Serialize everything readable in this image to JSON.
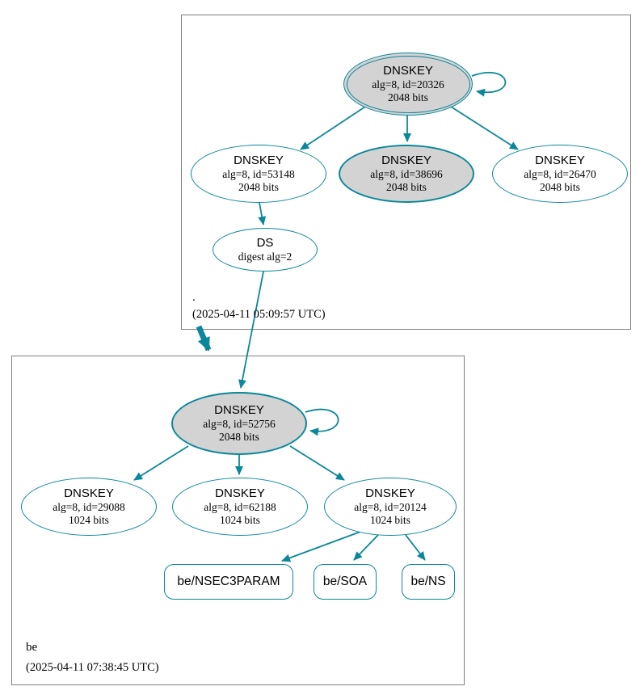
{
  "colors": {
    "edge_teal": "#0a879a",
    "node_fill_gray": "#d3d3d3",
    "node_fill_white": "#ffffff",
    "zone_box_border": "#808080",
    "text": "#000000"
  },
  "root_zone": {
    "label": ".",
    "timestamp": "(2025-04-11 05:09:57 UTC)",
    "keys": {
      "ksk": {
        "title": "DNSKEY",
        "detail": "alg=8, id=20326",
        "bits": "2048 bits"
      },
      "key53148": {
        "title": "DNSKEY",
        "detail": "alg=8, id=53148",
        "bits": "2048 bits"
      },
      "key38696": {
        "title": "DNSKEY",
        "detail": "alg=8, id=38696",
        "bits": "2048 bits"
      },
      "key26470": {
        "title": "DNSKEY",
        "detail": "alg=8, id=26470",
        "bits": "2048 bits"
      },
      "ds": {
        "title": "DS",
        "detail": "digest alg=2"
      }
    }
  },
  "be_zone": {
    "label": "be",
    "timestamp": "(2025-04-11 07:38:45 UTC)",
    "keys": {
      "ksk": {
        "title": "DNSKEY",
        "detail": "alg=8, id=52756",
        "bits": "2048 bits"
      },
      "key29088": {
        "title": "DNSKEY",
        "detail": "alg=8, id=29088",
        "bits": "1024 bits"
      },
      "key62188": {
        "title": "DNSKEY",
        "detail": "alg=8, id=62188",
        "bits": "1024 bits"
      },
      "key20124": {
        "title": "DNSKEY",
        "detail": "alg=8, id=20124",
        "bits": "1024 bits"
      }
    },
    "rrsets": {
      "nsec3param": {
        "label": "be/NSEC3PARAM"
      },
      "soa": {
        "label": "be/SOA"
      },
      "ns": {
        "label": "be/NS"
      }
    }
  }
}
